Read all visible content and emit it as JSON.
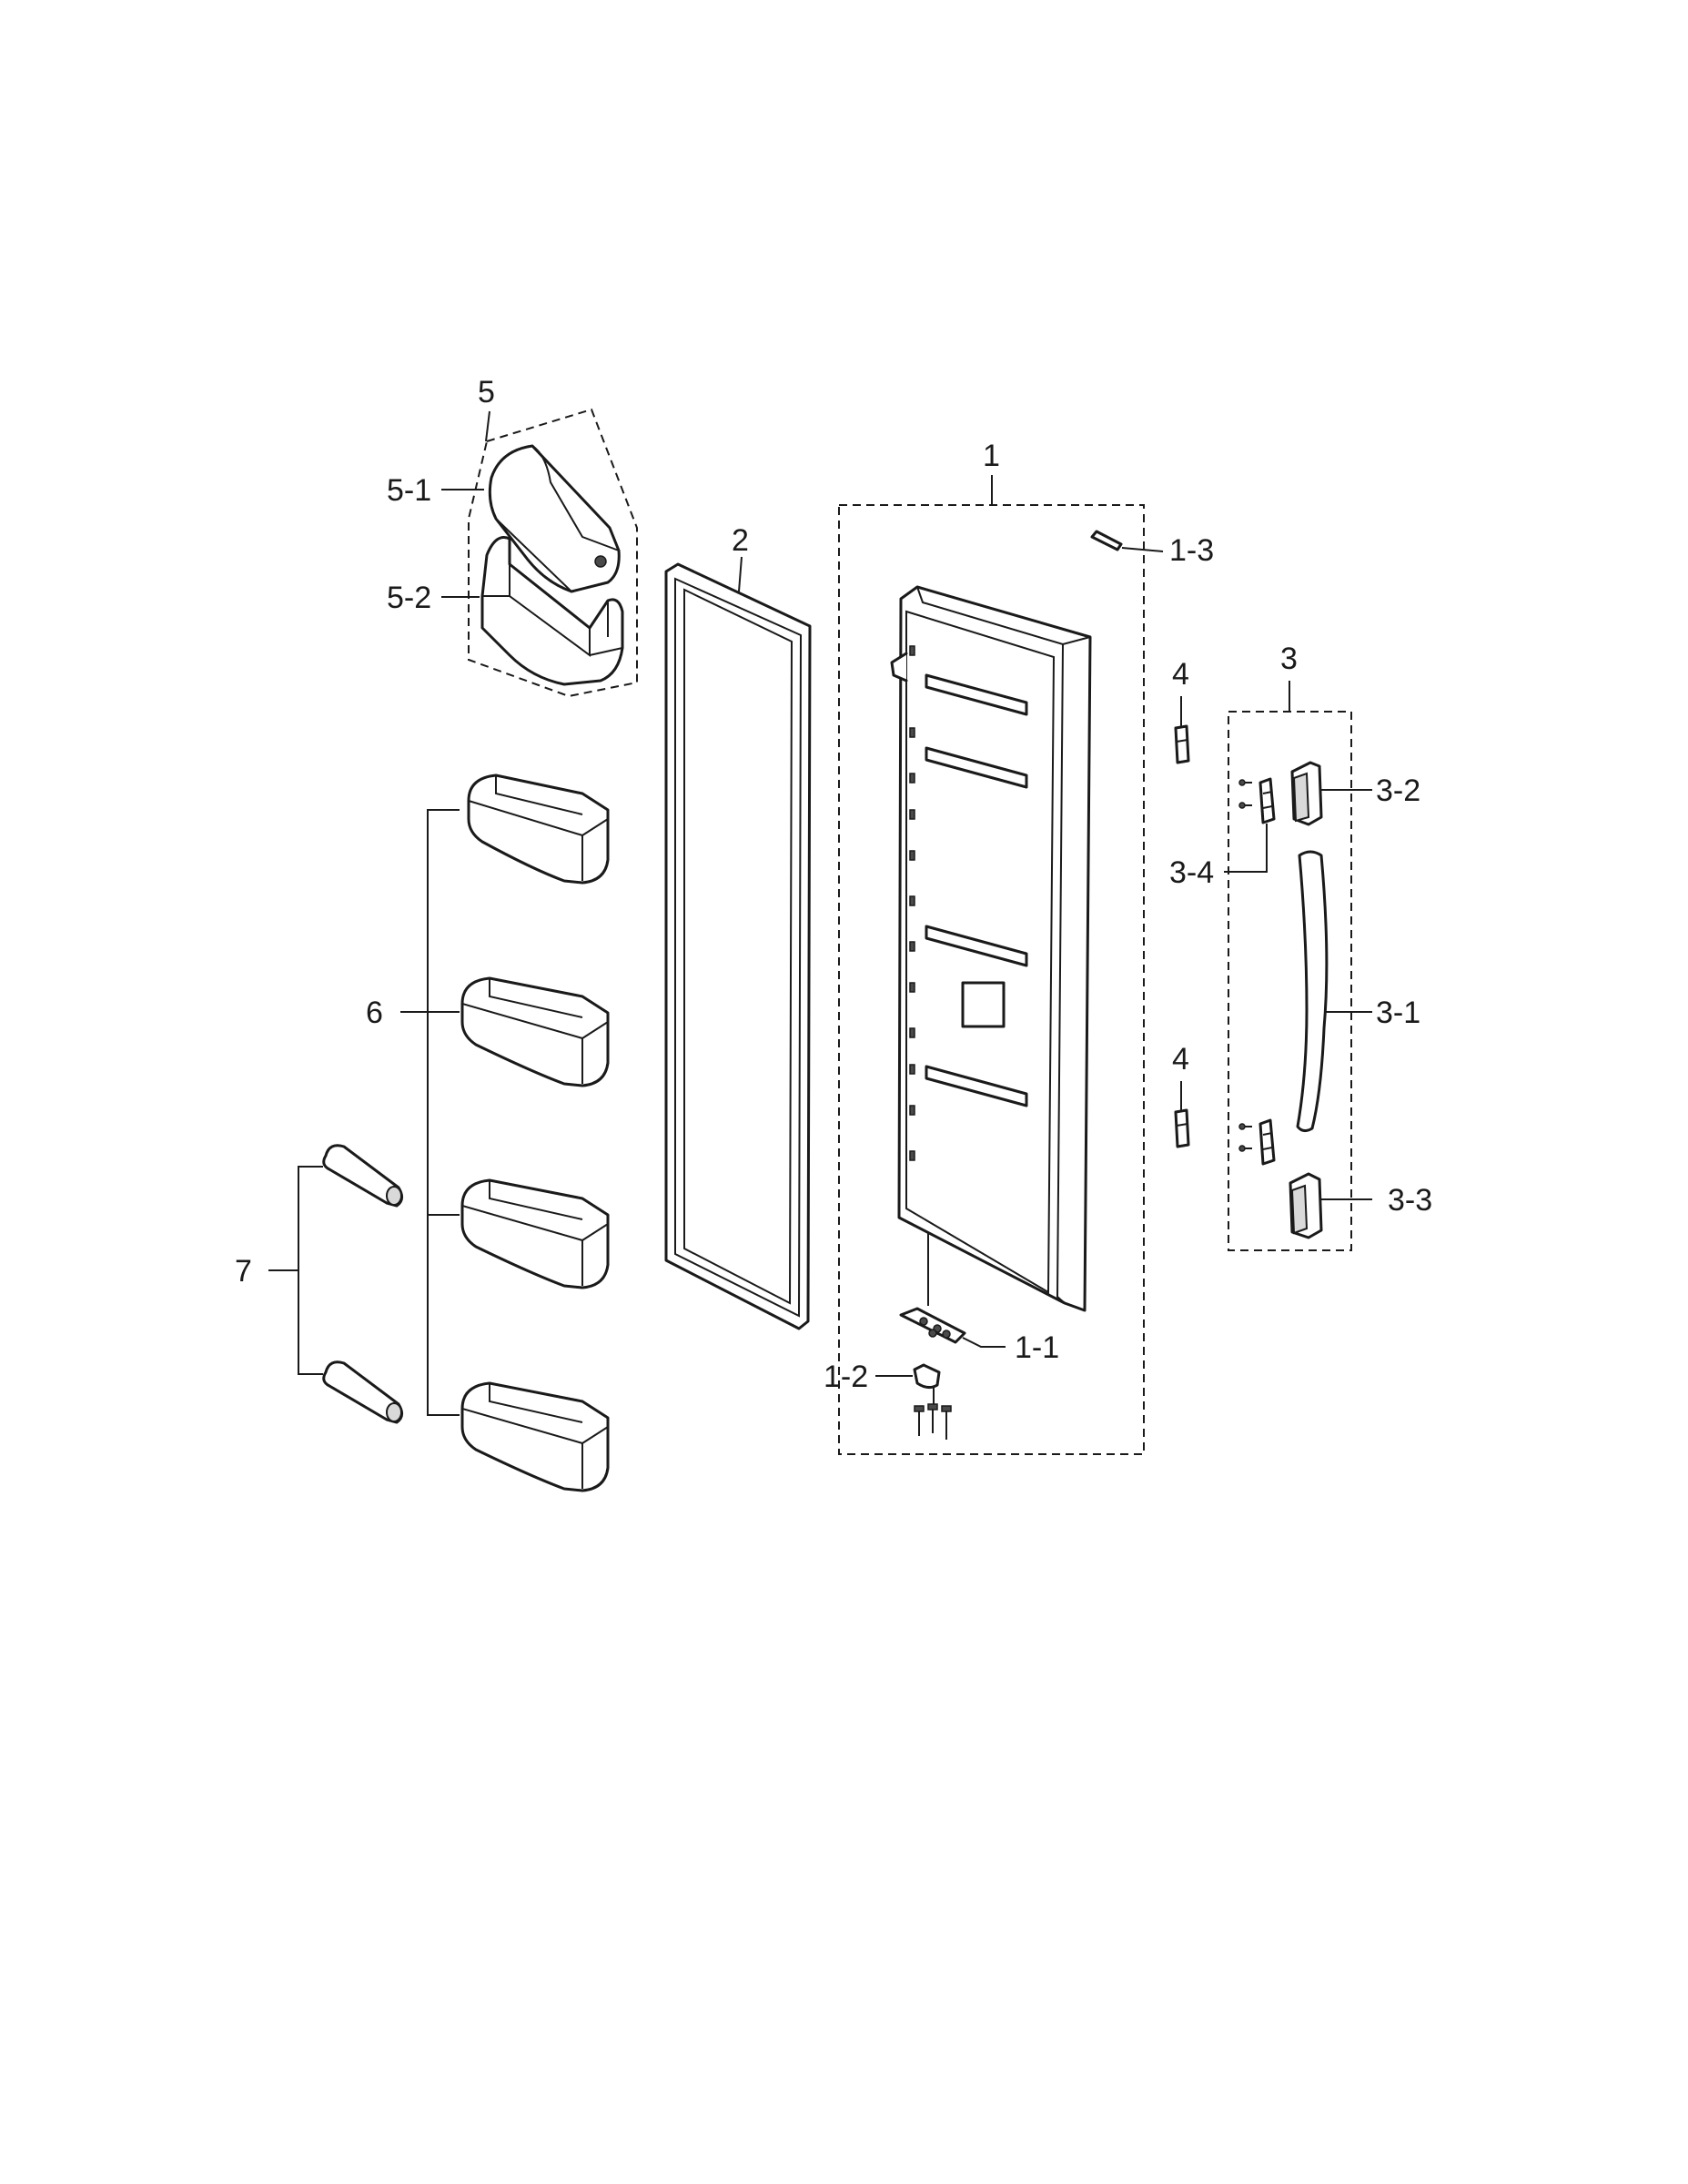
{
  "callouts": {
    "door_assy": "1",
    "hinge_plate": "1-1",
    "hinge_pin": "1-2",
    "cap_top": "1-3",
    "gasket": "2",
    "handle_assy": "3",
    "handle_bar": "3-1",
    "cap_upper": "3-2",
    "cap_lower": "3-3",
    "handle_bracket": "3-4",
    "stopper_upper": "4",
    "stopper_lower": "4",
    "guard_assy": "5",
    "guard_cover": "5-1",
    "guard_bin": "5-2",
    "door_guard": "6",
    "bottle_holder": "7"
  }
}
